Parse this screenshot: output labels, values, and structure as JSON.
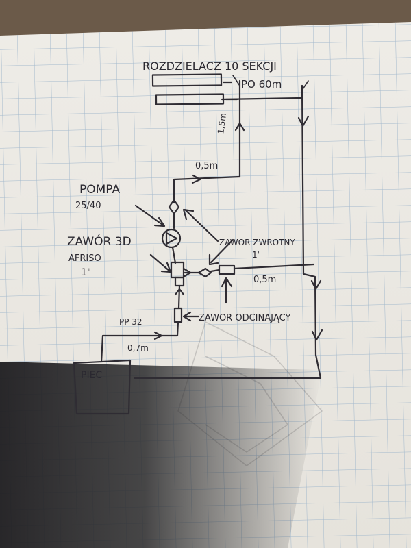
{
  "diagram": {
    "manifold_label_line1": "ROZDZIELACZ 10 SEKCJI",
    "manifold_label_line2": "PO 60m",
    "riser_length": "1,5m",
    "supply_length": "0,5m",
    "pump_name": "POMPA",
    "pump_model": "25/40",
    "valve3d_name": "ZAWÓR 3D",
    "valve3d_brand": "AFRISO",
    "valve3d_size": "1\"",
    "check_valve_name": "ZAWOR ZWROTNY",
    "check_valve_size": "1\"",
    "bypass_length": "0,5m",
    "pipe_type": "PP 32",
    "pipe_length": "0,7m",
    "shutoff_valve_name": "ZAWOR ODCINAJĄCY",
    "boiler_name": "PIEC"
  },
  "colors": {
    "paper": "#ece9e3",
    "grid": "#9bb3c9",
    "ink": "#2f2c33",
    "table": "#6b5a49",
    "shadow": "#2b2a2c"
  }
}
